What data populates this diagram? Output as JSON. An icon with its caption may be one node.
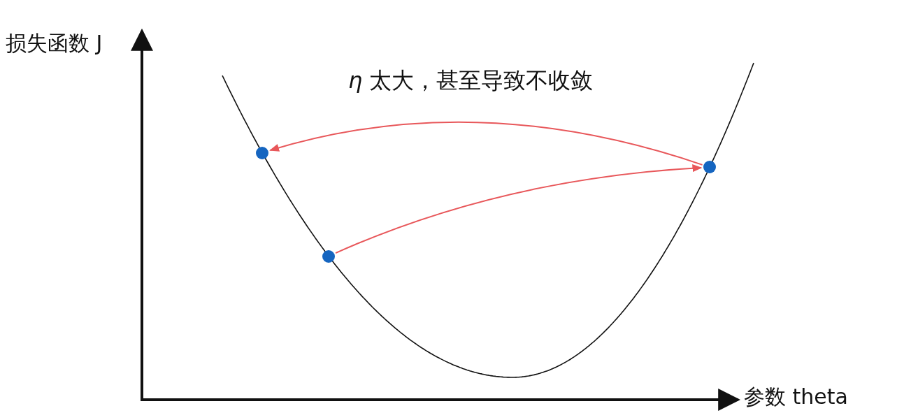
{
  "diagram": {
    "nodes": [
      {
        "text": [],
        "shape": "circle"
      },
      {
        "text": [],
        "shape": "circle"
      },
      {
        "text": [],
        "shape": "circle"
      }
    ],
    "edges": [
      {
        "from": 1,
        "to": 2,
        "arrow": "to"
      },
      {
        "from": 2,
        "to": 0,
        "arrow": "to"
      }
    ],
    "labels": [
      "损失函数 J",
      "*η* 太大，甚至导致不收敛",
      "参数 theta"
    ]
  }
}
